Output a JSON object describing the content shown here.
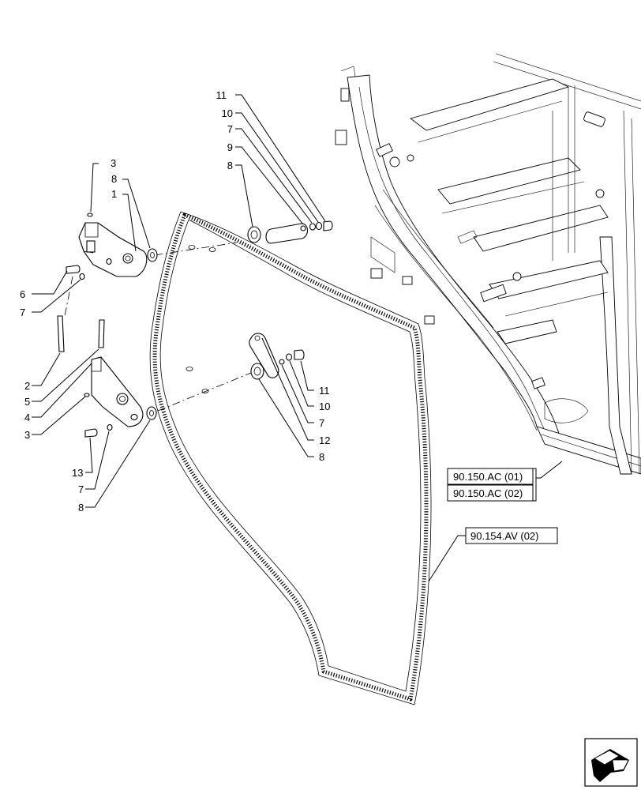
{
  "references": {
    "cab_frame_1": "90.150.AC (01)",
    "cab_frame_2": "90.150.AC (02)",
    "door_glass": "90.154.AV (02)"
  },
  "callouts": {
    "top_cluster": [
      "11",
      "10",
      "7",
      "9",
      "8"
    ],
    "upper_hinge": [
      "3",
      "8",
      "1",
      "6",
      "7"
    ],
    "lower_hinge": [
      "2",
      "5",
      "4",
      "3",
      "13",
      "7",
      "8"
    ],
    "center_cluster": [
      "11",
      "10",
      "7",
      "12",
      "8"
    ]
  },
  "nav_icon": "next-page-arrow-icon"
}
